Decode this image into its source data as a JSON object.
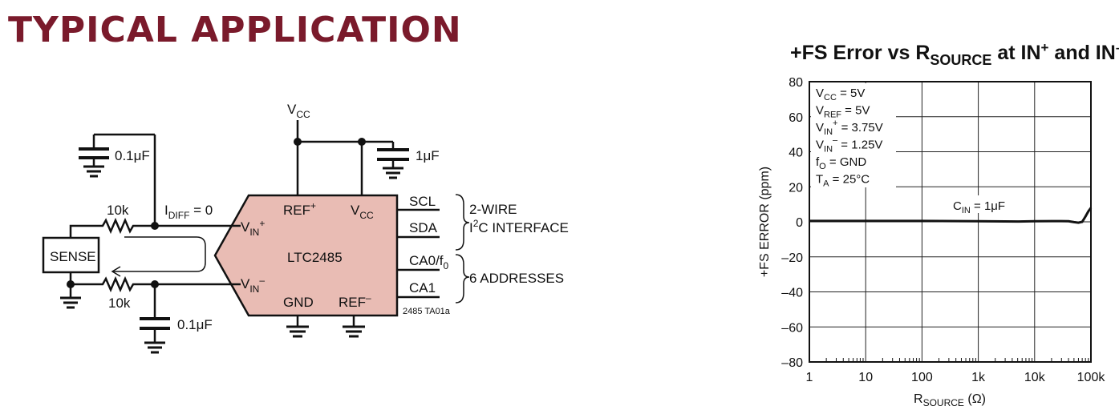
{
  "heading": "TYPICAL APPLICATION",
  "schematic": {
    "chip_name": "LTC2485",
    "vcc_supply": {
      "base": "V",
      "sub": "CC"
    },
    "cap_top": "0.1μF",
    "cap_vcc": "1μF",
    "cap_bottom": "0.1μF",
    "res_top": "10k",
    "res_bottom": "10k",
    "idiff": {
      "base": "I",
      "sub": "DIFF",
      "tail": " = 0"
    },
    "sense": "SENSE",
    "pin_vin_plus": {
      "base": "V",
      "sub": "IN",
      "sup": "+"
    },
    "pin_vin_minus": {
      "base": "V",
      "sub": "IN",
      "sup": "–"
    },
    "pin_ref_plus": {
      "base": "REF",
      "sup": "+"
    },
    "pin_vcc": {
      "base": "V",
      "sub": "CC"
    },
    "pin_gnd": "GND",
    "pin_ref_minus": {
      "base": "REF",
      "sup": "–"
    },
    "pin_scl": "SCL",
    "pin_sda": "SDA",
    "pin_ca0": {
      "base": "CA0/f",
      "sub": "0"
    },
    "pin_ca1": "CA1",
    "iface_line1": "2-WIRE",
    "iface_line2": {
      "base": "I",
      "sup": "2",
      "tail": "C INTERFACE"
    },
    "addresses": "6 ADDRESSES",
    "figure_id": "2485 TA01a"
  },
  "chart_data": {
    "type": "line",
    "title": {
      "a": "+FS Error vs R",
      "a_sub": "SOURCE",
      "b": " at IN",
      "b_sup": "+",
      "c": " and IN",
      "c_sup": "–"
    },
    "xlabel": {
      "base": "R",
      "sub": "SOURCE",
      "tail": " (Ω)"
    },
    "ylabel": "+FS ERROR (ppm)",
    "xscale": "log",
    "xlim": [
      1,
      100000
    ],
    "ylim": [
      -80,
      80
    ],
    "x_ticks": [
      {
        "v": 1,
        "label": "1"
      },
      {
        "v": 10,
        "label": "10"
      },
      {
        "v": 100,
        "label": "100"
      },
      {
        "v": 1000,
        "label": "1k"
      },
      {
        "v": 10000,
        "label": "10k"
      },
      {
        "v": 100000,
        "label": "100k"
      }
    ],
    "y_ticks": [
      {
        "v": 80,
        "label": "80"
      },
      {
        "v": 60,
        "label": "60"
      },
      {
        "v": 40,
        "label": "40"
      },
      {
        "v": 20,
        "label": "20"
      },
      {
        "v": 0,
        "label": "0"
      },
      {
        "v": -20,
        "label": "–20"
      },
      {
        "v": -40,
        "label": "–40"
      },
      {
        "v": -60,
        "label": "–60"
      },
      {
        "v": -80,
        "label": "–80"
      }
    ],
    "grid": true,
    "conditions": [
      {
        "base": "V",
        "sub": "CC",
        "tail": " = 5V"
      },
      {
        "base": "V",
        "sub": "REF",
        "tail": " = 5V"
      },
      {
        "base": "V",
        "sub": "IN",
        "sup": "+",
        "tail": " = 3.75V"
      },
      {
        "base": "V",
        "sub": "IN",
        "sup": "–",
        "tail": " = 1.25V"
      },
      {
        "base": "f",
        "sub": "O",
        "tail": " = GND"
      },
      {
        "base": "T",
        "sub": "A",
        "tail": " = 25°C"
      }
    ],
    "annotation": {
      "base": "C",
      "sub": "IN",
      "tail": " = 1μF"
    },
    "series": [
      {
        "x": [
          1,
          10,
          100,
          1000,
          5000,
          10000,
          20000,
          30000,
          40000,
          50000,
          60000,
          70000,
          80000,
          90000,
          100000
        ],
        "y": [
          0.5,
          0.5,
          0.5,
          0.3,
          0.2,
          0.3,
          0.4,
          0.4,
          0.3,
          -0.2,
          -0.5,
          0,
          3,
          6,
          8
        ]
      }
    ]
  }
}
